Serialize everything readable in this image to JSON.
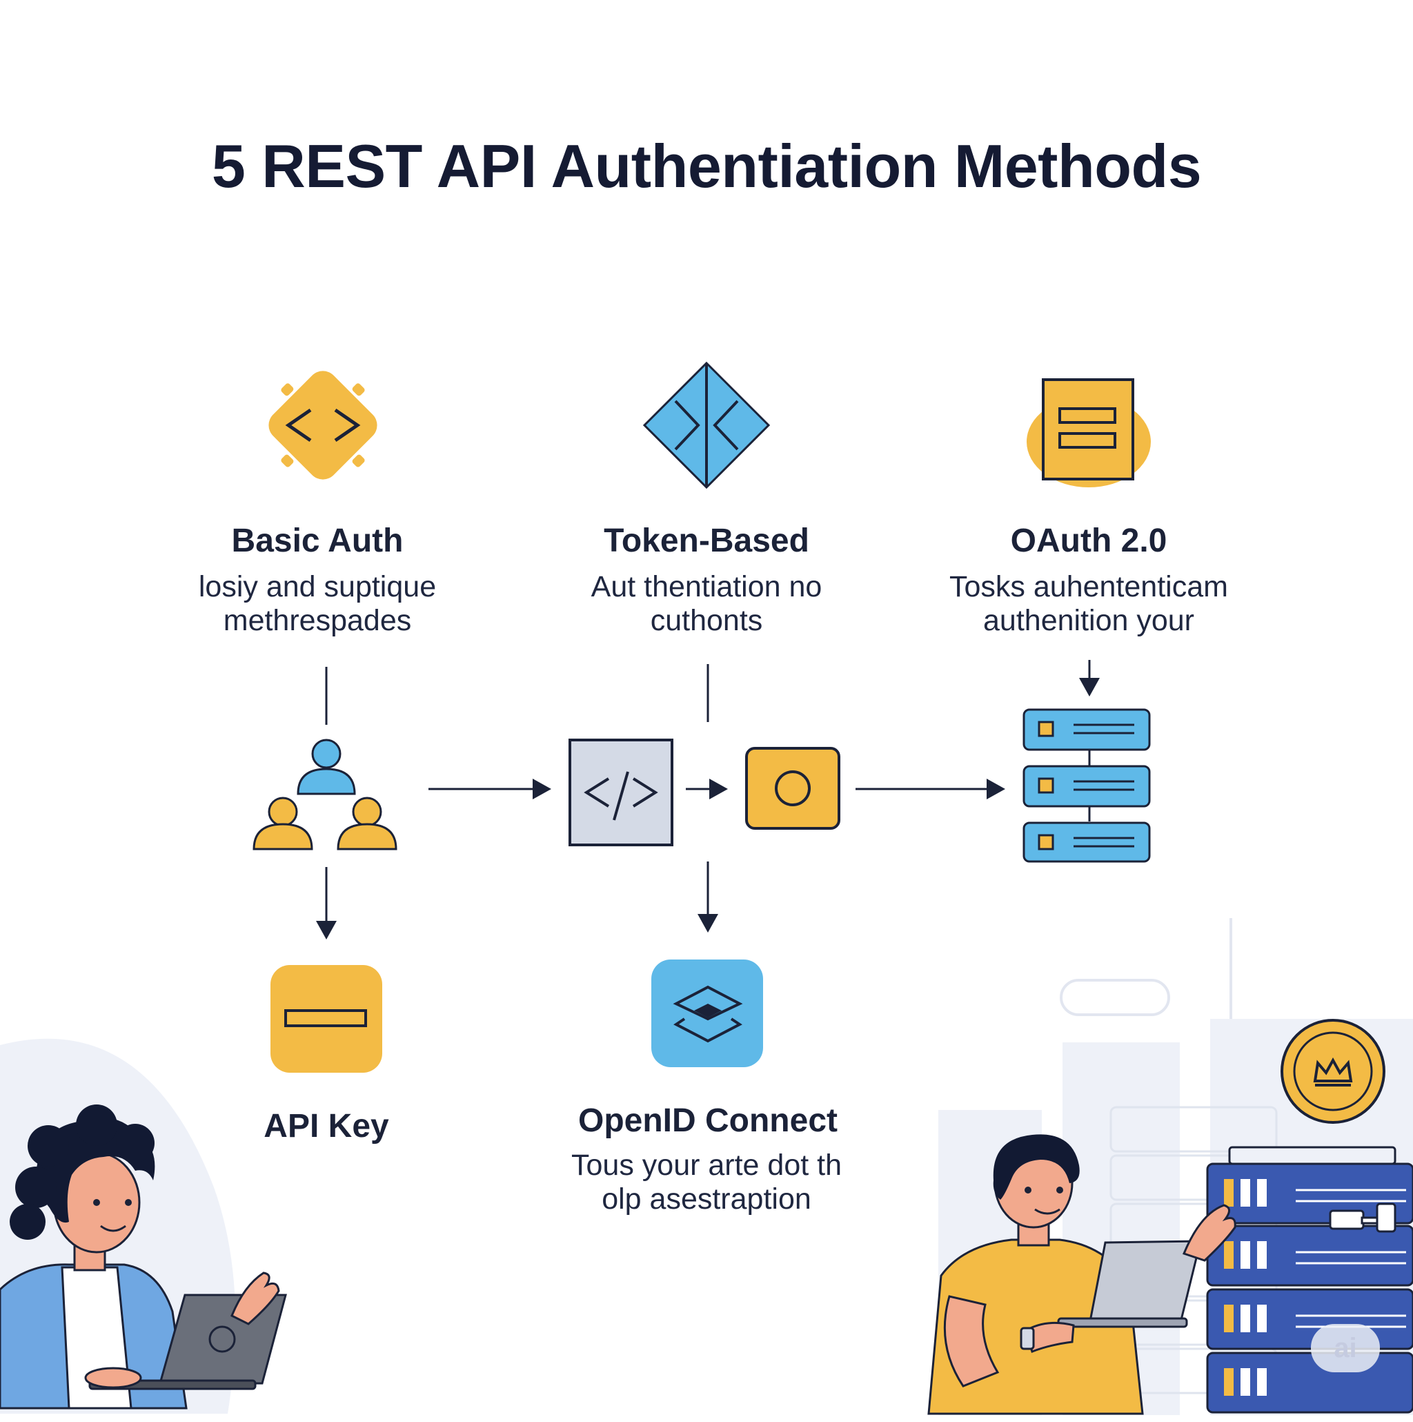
{
  "title": "5 REST API Authentiation Methods",
  "methods": [
    {
      "id": "basic",
      "title": "Basic Auth",
      "description": "losiy and suptique\nmethrespades",
      "icon": "code-diamond-icon"
    },
    {
      "id": "token",
      "title": "Token-Based",
      "description": "Aut thentiation no\ncuthonts",
      "icon": "arrows-diamond-icon"
    },
    {
      "id": "oauth",
      "title": "OAuth 2.0",
      "description": "Tosks auhententicam\nauthenition your",
      "icon": "document-icon"
    },
    {
      "id": "apikey",
      "title": "API Key",
      "description": "",
      "icon": "key-card-icon"
    },
    {
      "id": "openid",
      "title": "OpenID Connect",
      "description": "Tous your arte dot th\nolp asestraption",
      "icon": "layers-icon"
    }
  ],
  "flow_icons": [
    "users-group-icon",
    "code-box-icon",
    "token-circle-icon",
    "server-stack-icon"
  ],
  "watermark": "ai",
  "colors": {
    "yellow": "#f3bb45",
    "blue": "#5fb9e8",
    "navy": "#1b2238",
    "gray_box": "#d4dae6",
    "server_blue": "#3a59b0"
  }
}
